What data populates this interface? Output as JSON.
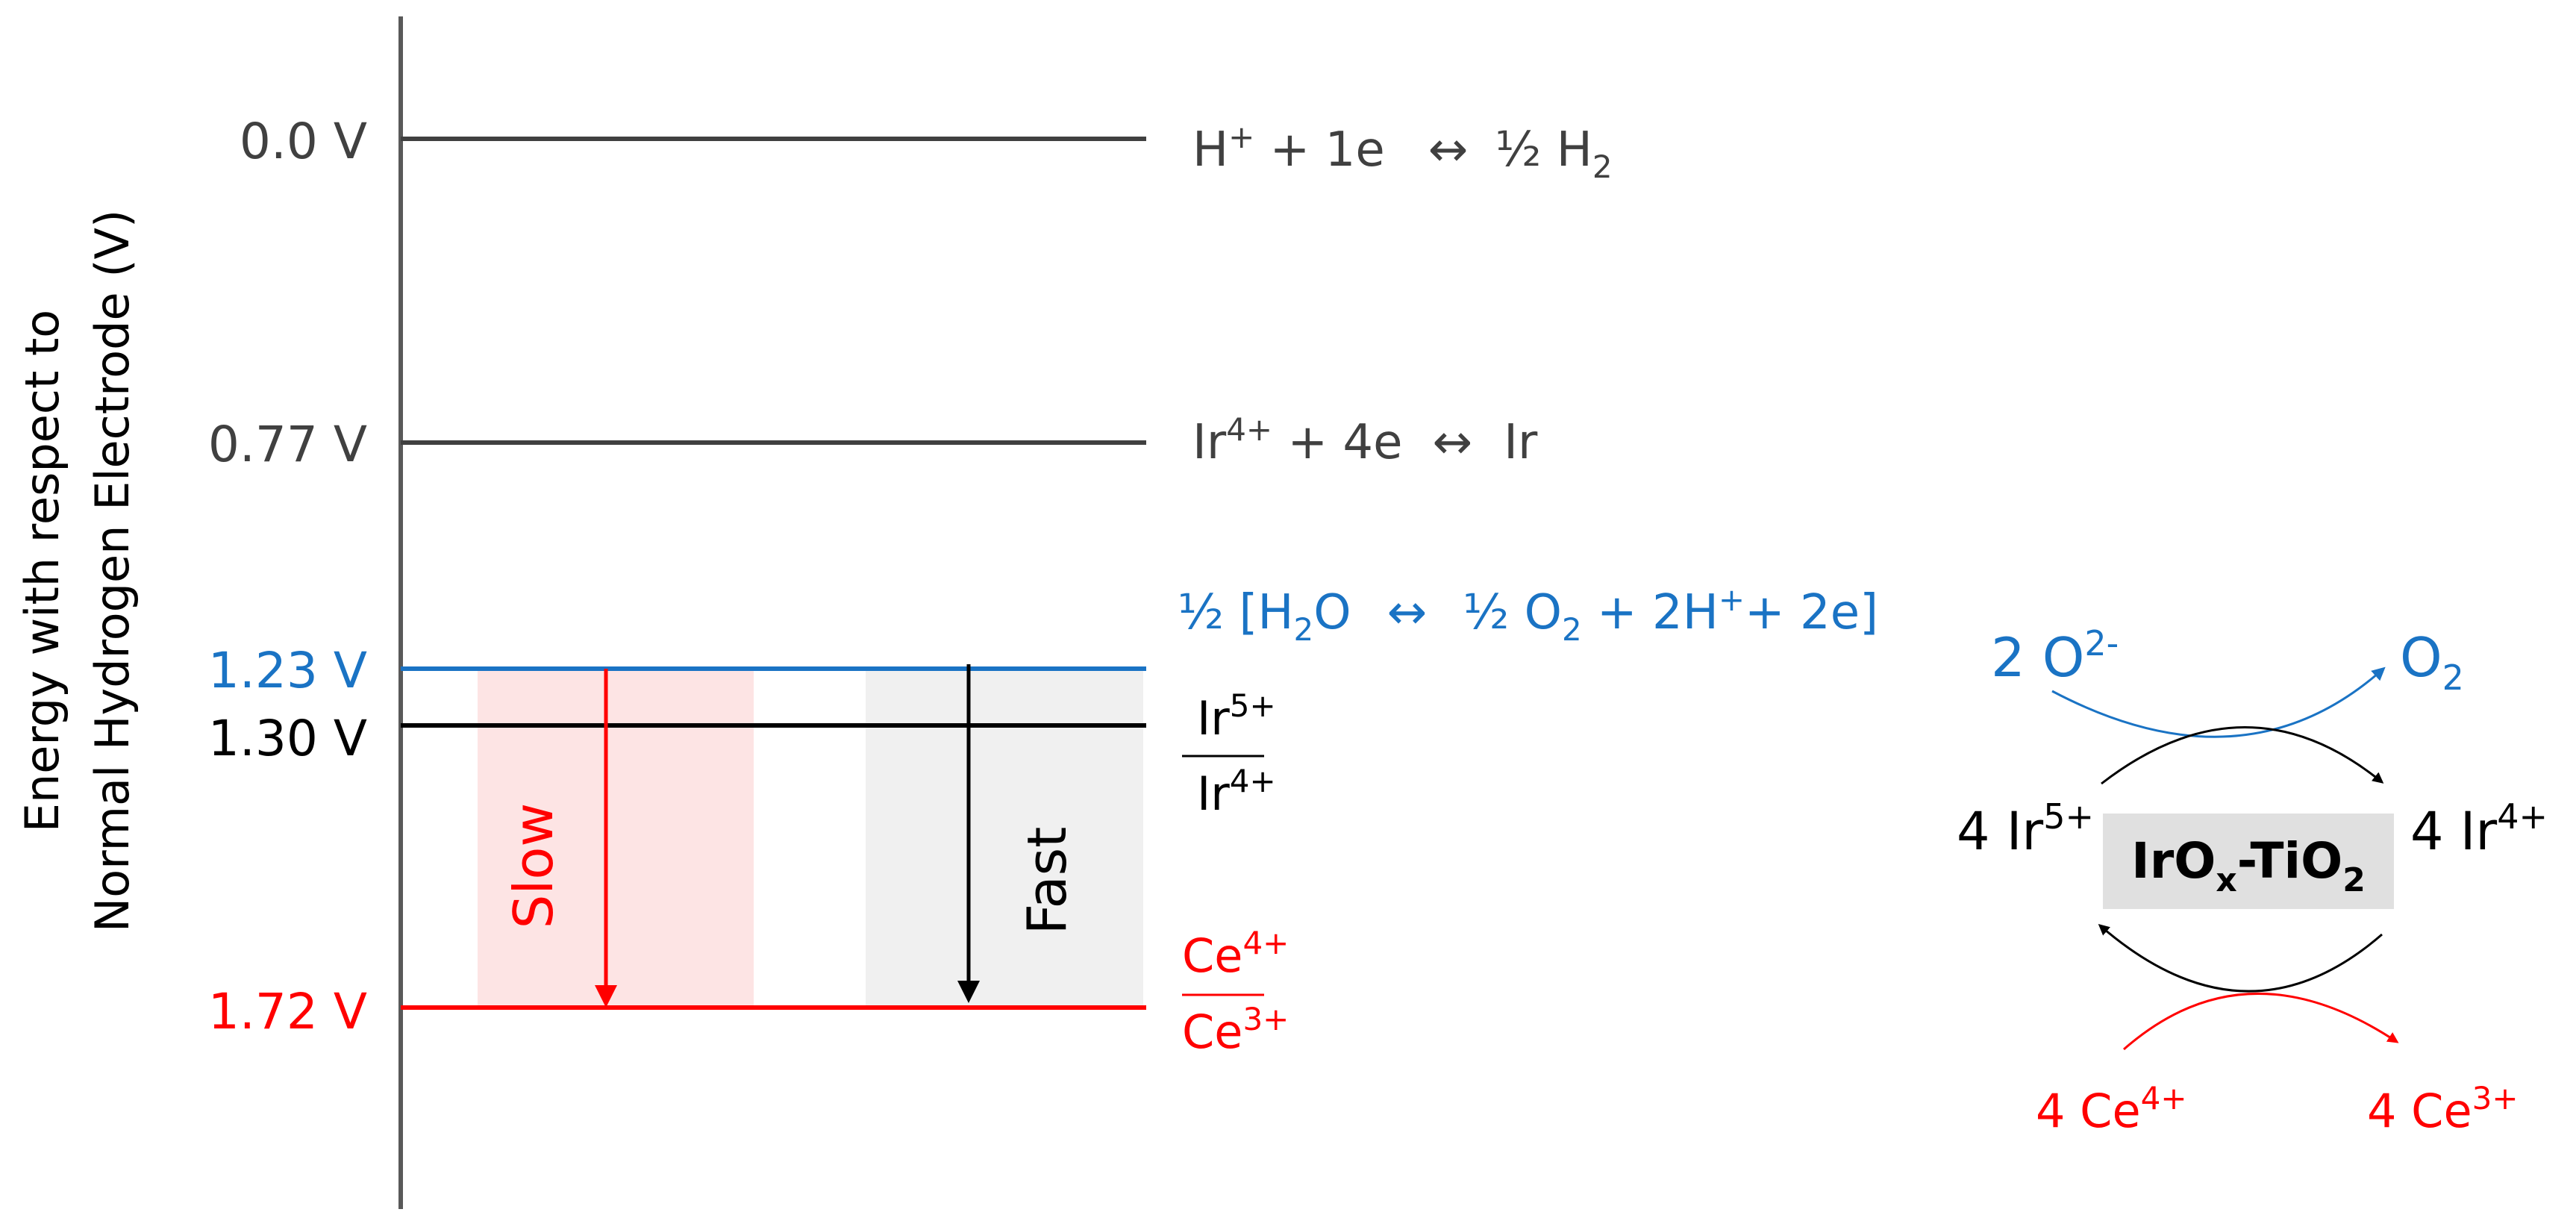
{
  "y_axis_label": {
    "line1": "Energy with respect to",
    "line2": "Normal Hydrogen Electrode (V)"
  },
  "levels": {
    "h": {
      "label": "0.0 V",
      "color": "#404040",
      "reaction": {
        "a": "H",
        "a_sup": "+",
        "b": " + 1e",
        "arrow": "↔",
        "c": "½ H",
        "c_sub": "2"
      }
    },
    "ir": {
      "label": "0.77 V",
      "color": "#404040",
      "reaction": {
        "a": "Ir",
        "a_sup": "4+",
        "b": " + 4e",
        "arrow": "↔",
        "c": "Ir"
      }
    },
    "water": {
      "label": "1.23 V",
      "color": "#1a73c4",
      "reaction": {
        "t1": "½ [H",
        "t1_sub": "2",
        "t2": "O",
        "arrow": "↔",
        "t3": "½ O",
        "t3_sub": "2",
        "t4": " + 2H",
        "t4_sup": "+",
        "t5": "+ 2e]"
      }
    },
    "ir54": {
      "label": "1.30 V",
      "color": "#000000",
      "couple": {
        "top": "Ir",
        "top_sup": "5+",
        "bottom": "Ir",
        "bottom_sup": "4+"
      }
    },
    "ce": {
      "label": "1.72 V",
      "color": "#ff0000",
      "couple": {
        "top": "Ce",
        "top_sup": "4+",
        "bottom": "Ce",
        "bottom_sup": "3+"
      }
    }
  },
  "bands": {
    "slow": {
      "label": "Slow",
      "fill": "#fde4e4",
      "arrow_color": "#ff0000"
    },
    "fast": {
      "label": "Fast",
      "fill": "#f0f0f0",
      "arrow_color": "#000000"
    }
  },
  "cycle": {
    "box": {
      "t1": "IrO",
      "t1_sub": "x",
      "t2": "-TiO",
      "t2_sub": "2",
      "fill": "#e0e0e0"
    },
    "left": {
      "t": "4 Ir",
      "sup": "5+"
    },
    "right": {
      "t": "4 Ir",
      "sup": "4+"
    },
    "o_left": {
      "t": "2 O",
      "sup": "2-"
    },
    "o_right": {
      "t": "O",
      "sub": "2"
    },
    "ce_left": {
      "t": "4 Ce",
      "sup": "4+"
    },
    "ce_right": {
      "t": "4 Ce",
      "sup": "3+"
    },
    "colors": {
      "oxygen": "#1a73c4",
      "cerium": "#ff0000",
      "iridium": "#000000"
    }
  }
}
